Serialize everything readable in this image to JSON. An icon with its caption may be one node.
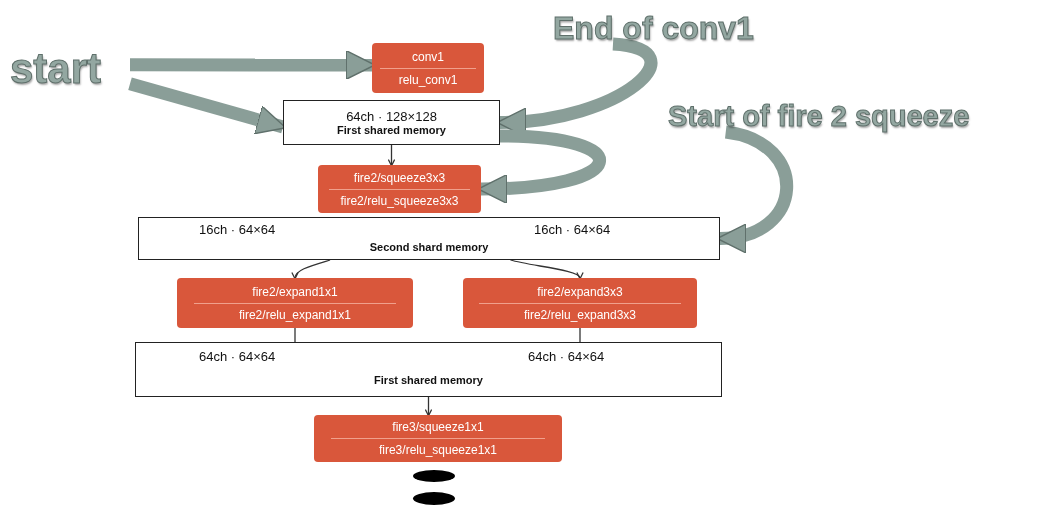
{
  "diagram": {
    "nodes": [
      {
        "text": [
          "start"
        ]
      },
      {
        "text": [
          "conv1",
          "relu_conv1"
        ]
      },
      {
        "text": [
          "64ch · 128×128",
          "First shared memory"
        ]
      },
      {
        "text": [
          "End of conv1"
        ]
      },
      {
        "text": [
          "fire2/squeeze3x3",
          "fire2/relu_squeeze3x3"
        ]
      },
      {
        "text": [
          "Start of fire 2 squeeze"
        ]
      },
      {
        "text": [
          "16ch · 64×64",
          "16ch · 64×64",
          "Second shard memory"
        ]
      },
      {
        "text": [
          "fire2/expand1x1",
          "fire2/relu_expand1x1"
        ]
      },
      {
        "text": [
          "fire2/expand3x3",
          "fire2/relu_expand3x3"
        ]
      },
      {
        "text": [
          "64ch · 64×64",
          "64ch · 64×64",
          "First shared memory"
        ]
      },
      {
        "text": [
          "fire3/squeeze1x1",
          "fire3/relu_squeeze1x1"
        ]
      },
      {
        "text": [],
        "shape": "ellipse"
      },
      {
        "text": [],
        "shape": "ellipse"
      }
    ],
    "edges": [
      {
        "from": 0,
        "to": 1,
        "arrow": "to",
        "style": "thick",
        "color": "#8a9e98"
      },
      {
        "from": 0,
        "to": 2,
        "arrow": "to",
        "style": "thick",
        "color": "#8a9e98"
      },
      {
        "from": 3,
        "to": 2,
        "arrow": "to",
        "style": "thick",
        "color": "#8a9e98"
      },
      {
        "from": 2,
        "to": 4,
        "arrow": "to",
        "style": "thick",
        "color": "#8a9e98"
      },
      {
        "from": 5,
        "to": 6,
        "arrow": "to",
        "style": "thick",
        "color": "#8a9e98"
      },
      {
        "from": 2,
        "to": 4,
        "arrow": "to"
      },
      {
        "from": 6,
        "to": 7,
        "arrow": "to"
      },
      {
        "from": 6,
        "to": 8,
        "arrow": "to"
      },
      {
        "from": 7,
        "to": 9,
        "arrow": "none"
      },
      {
        "from": 8,
        "to": 9,
        "arrow": "none"
      },
      {
        "from": 9,
        "to": 10,
        "arrow": "to"
      }
    ]
  }
}
